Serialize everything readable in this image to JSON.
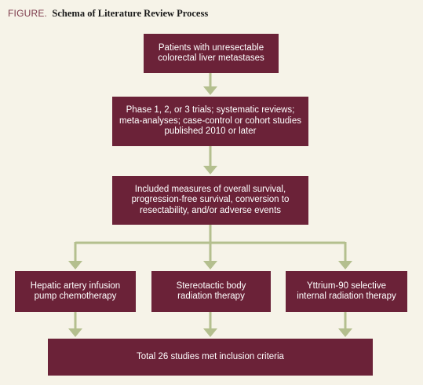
{
  "figure": {
    "label": "FIGURE.",
    "title": "Schema of Literature Review Process"
  },
  "nodes": {
    "patients": {
      "lines": [
        "Patients with unresectable",
        "colorectal liver metastases"
      ]
    },
    "criteria": {
      "lines": [
        "Phase 1, 2, or 3 trials; systematic reviews;",
        "meta-analyses; case-control or cohort studies",
        "published 2010 or later"
      ]
    },
    "measures": {
      "lines": [
        "Included measures of overall survival,",
        "progression-free survival, conversion to",
        "resectability, and/or adverse events"
      ]
    },
    "haipc": {
      "lines": [
        "Hepatic artery infusion",
        "pump chemotherapy"
      ]
    },
    "sbrt": {
      "lines": [
        "Stereotactic body",
        "radiation therapy"
      ]
    },
    "y90": {
      "lines": [
        "Yttrium-90 selective",
        "internal radiation therapy"
      ]
    },
    "total": {
      "lines": [
        "Total 26 studies met inclusion criteria"
      ]
    }
  },
  "colors": {
    "background": "#f6f3e8",
    "box": "#6b2238",
    "box_text": "#ffffff",
    "connector": "#b4bf8e",
    "figure_label": "#7d3a4b"
  }
}
